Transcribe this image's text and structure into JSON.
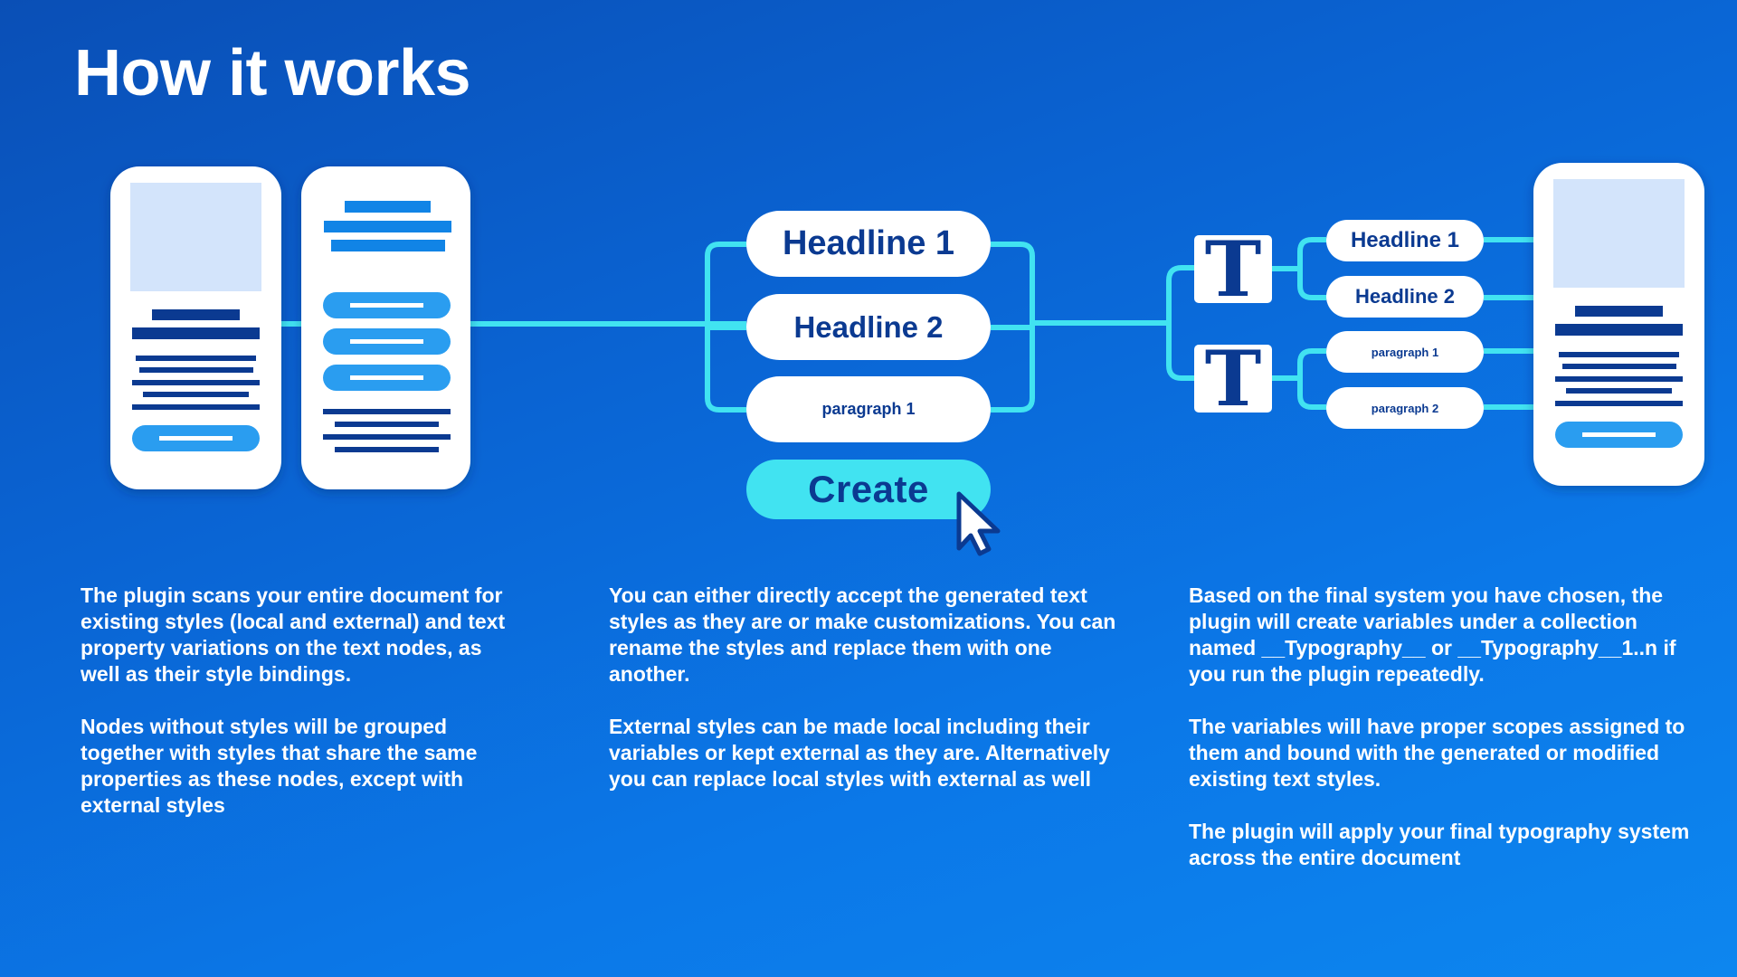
{
  "title": "How it works",
  "middle": {
    "styles": [
      "Headline 1",
      "Headline 2",
      "paragraph 1"
    ],
    "create_label": "Create"
  },
  "right": {
    "glyph": "T",
    "styles": [
      "Headline 1",
      "Headline 2",
      "paragraph 1",
      "paragraph 2"
    ]
  },
  "icons": {
    "cursor": "cursor-arrow-icon",
    "type": "typography-t-icon"
  },
  "colors": {
    "background": "#0a63d2",
    "accent_cyan": "#41e3f1",
    "navy": "#0b3a91",
    "placeholder": "#d3e4fb",
    "mid_blue": "#2a9df0"
  },
  "columns": [
    {
      "paragraphs": [
        "The plugin scans your entire document for existing styles (local and external) and  text property variations on the text nodes, as well as their style bindings.",
        "Nodes without styles will be grouped together with styles that share the same properties as these nodes, except with external styles"
      ]
    },
    {
      "paragraphs": [
        "You can either directly accept the generated text styles as they are or make customizations. You can rename the styles and replace them with one another.",
        "External styles can be made local including their variables or kept external as they are. Alternatively you can replace local styles with external as well"
      ]
    },
    {
      "paragraphs": [
        "Based on the final system you have chosen, the plugin will create variables under a collection named __Typography__ or __Typography__1..n if you run the plugin repeatedly.",
        "The variables will have proper scopes assigned to them and bound with the generated or modified existing text styles.",
        "The plugin will apply your final typography system across the entire document"
      ]
    }
  ]
}
